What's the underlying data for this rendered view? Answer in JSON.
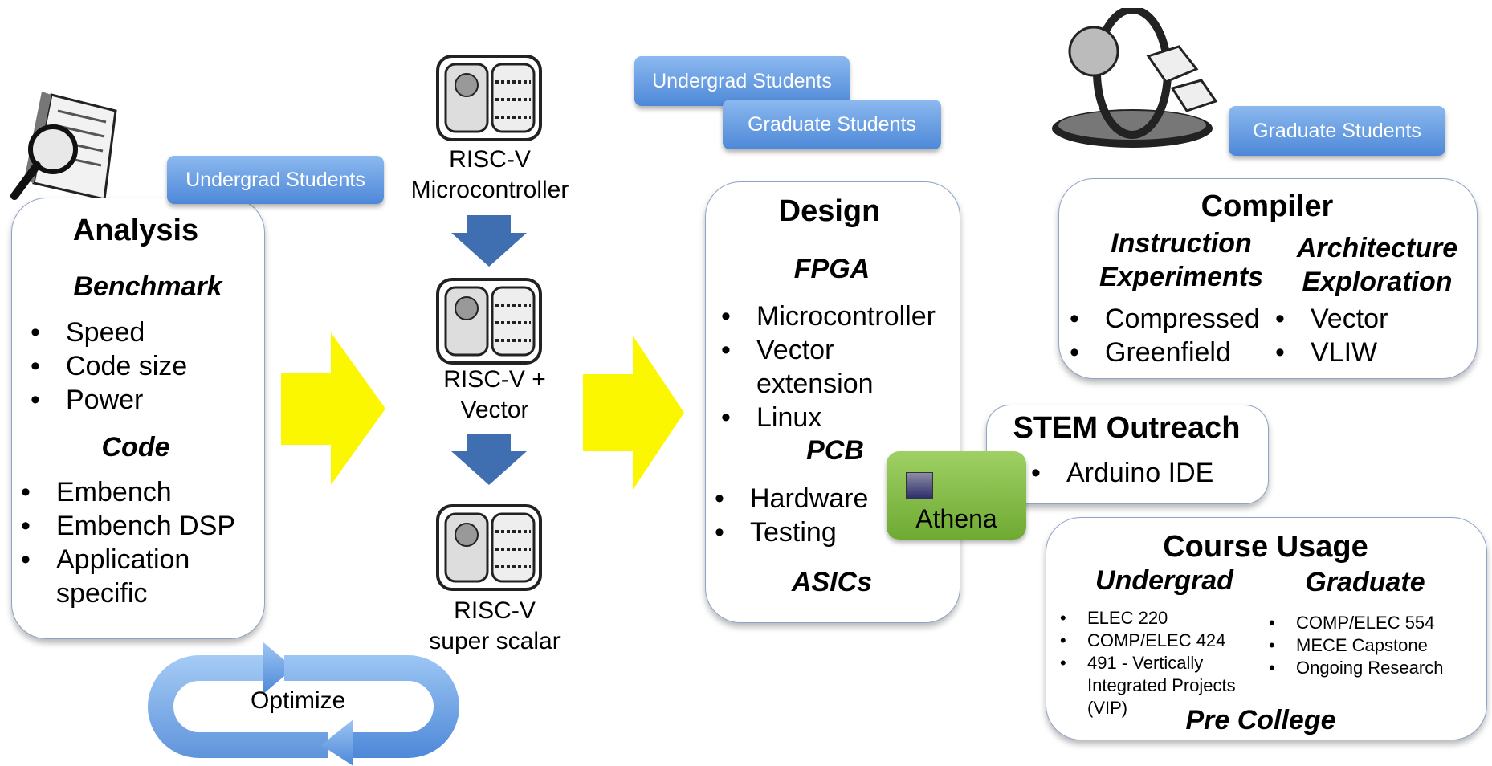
{
  "labels": {
    "undergrad_students_1": "Undergrad Students",
    "undergrad_students_2": "Undergrad Students",
    "graduate_students_1": "Graduate Students",
    "graduate_students_2": "Graduate Students"
  },
  "analysis": {
    "title": "Analysis",
    "benchmark_heading": "Benchmark",
    "benchmark_items": [
      "Speed",
      "Code size",
      "Power"
    ],
    "code_heading": "Code",
    "code_items": [
      "Embench",
      "Embench DSP",
      "Application specific"
    ]
  },
  "riscv": {
    "mcu_line1": "RISC-V",
    "mcu_line2": "Microcontroller",
    "vector_line1": "RISC-V  +",
    "vector_line2": "Vector",
    "superscalar_line1": "RISC-V",
    "superscalar_line2": "super scalar"
  },
  "design": {
    "title": "Design",
    "fpga_heading": "FPGA",
    "fpga_items": [
      "Microcontroller",
      "Vector extension",
      "Linux"
    ],
    "pcb_heading": "PCB",
    "pcb_items": [
      "Hardware",
      "Testing"
    ],
    "asics_heading": "ASICs"
  },
  "compiler": {
    "title": "Compiler",
    "left_heading_1": "Instruction",
    "left_heading_2": "Experiments",
    "left_items": [
      "Compressed",
      "Greenfield"
    ],
    "right_heading_1": "Architecture",
    "right_heading_2": "Exploration",
    "right_items": [
      "Vector",
      "VLIW"
    ]
  },
  "stem": {
    "title": "STEM Outreach",
    "items": [
      "Arduino IDE"
    ]
  },
  "athena": {
    "label": "Athena"
  },
  "course": {
    "title": "Course Usage",
    "undergrad_heading": "Undergrad",
    "undergrad_items": [
      "ELEC 220",
      "COMP/ELEC 424",
      "491 - Vertically Integrated Projects (VIP)"
    ],
    "graduate_heading": "Graduate",
    "graduate_items": [
      "COMP/ELEC 554",
      "MECE Capstone",
      "Ongoing Research"
    ],
    "precollege_heading": "Pre College"
  },
  "optimize": {
    "label": "Optimize"
  },
  "colors": {
    "flow_arrow": "#fbf700",
    "down_arrow": "#3f6fb0",
    "tag_blue": "#5b93dc",
    "box_border": "#8fa3c7",
    "athena_green": "#86bd45",
    "loop_arrow": "#6aa3e6"
  },
  "icons": [
    "magnifier-document-icon",
    "chip-diagram-icon",
    "gyroscope-icon",
    "down-arrow-icon",
    "right-arrow-icon",
    "loop-arrow-icon"
  ]
}
